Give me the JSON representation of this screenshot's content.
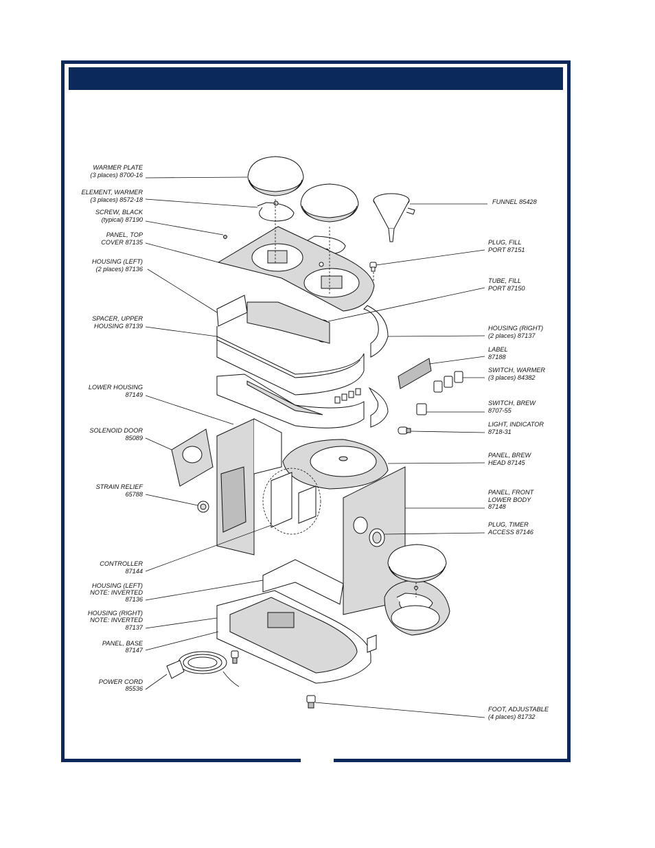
{
  "colors": {
    "frame": "#0b2a5b",
    "part_fill": "#d9d9d9",
    "line": "#111111"
  },
  "labels_left": [
    {
      "id": "warmer-plate",
      "lines": [
        "WARMER PLATE",
        "(3 places) 8700-16"
      ]
    },
    {
      "id": "element-warmer",
      "lines": [
        "ELEMENT, WARMER",
        "(3 places)   8572-18"
      ]
    },
    {
      "id": "screw-black",
      "lines": [
        "SCREW, BLACK",
        "(typical)   87190"
      ]
    },
    {
      "id": "panel-top-cover",
      "lines": [
        "PANEL, TOP",
        "COVER  87135"
      ]
    },
    {
      "id": "housing-left",
      "lines": [
        "HOUSING (LEFT)",
        "(2 places) 87136"
      ]
    },
    {
      "id": "spacer-upper-housing",
      "lines": [
        "SPACER,  UPPER",
        "HOUSING 87139"
      ]
    },
    {
      "id": "lower-housing",
      "lines": [
        "LOWER HOUSING",
        "87149"
      ]
    },
    {
      "id": "solenoid-door",
      "lines": [
        "SOLENOID DOOR",
        "85089"
      ]
    },
    {
      "id": "strain-relief",
      "lines": [
        "STRAIN RELIEF",
        "65788"
      ]
    },
    {
      "id": "controller",
      "lines": [
        "CONTROLLER",
        "87144"
      ]
    },
    {
      "id": "housing-left-inverted",
      "lines": [
        "HOUSING (LEFT)",
        "NOTE:  INVERTED",
        "87136"
      ]
    },
    {
      "id": "housing-right-inverted",
      "lines": [
        "HOUSING (RIGHT)",
        "NOTE:  INVERTED",
        "87137"
      ]
    },
    {
      "id": "panel-base",
      "lines": [
        "PANEL, BASE",
        "87147"
      ]
    },
    {
      "id": "power-cord",
      "lines": [
        "POWER CORD",
        "85536"
      ]
    }
  ],
  "labels_right": [
    {
      "id": "funnel",
      "lines": [
        "FUNNEL  85428"
      ]
    },
    {
      "id": "plug-fill-port",
      "lines": [
        "PLUG, FILL",
        "PORT    87151"
      ]
    },
    {
      "id": "tube-fill-port",
      "lines": [
        "TUBE, FILL",
        "PORT    87150"
      ]
    },
    {
      "id": "housing-right",
      "lines": [
        "HOUSING (RIGHT)",
        "(2 places) 87137"
      ]
    },
    {
      "id": "label",
      "lines": [
        "LABEL",
        "87188"
      ]
    },
    {
      "id": "switch-warmer",
      "lines": [
        "SWITCH, WARMER",
        "(3 places)    84382"
      ]
    },
    {
      "id": "switch-brew",
      "lines": [
        "SWITCH, BREW",
        "8707-55"
      ]
    },
    {
      "id": "light-indicator",
      "lines": [
        "LIGHT, INDICATOR",
        "8718-31"
      ]
    },
    {
      "id": "panel-brew-head",
      "lines": [
        "PANEL, BREW",
        "HEAD   87145"
      ]
    },
    {
      "id": "panel-front-lower-body",
      "lines": [
        "PANEL, FRONT",
        "LOWER BODY",
        "87148"
      ]
    },
    {
      "id": "plug-timer-access",
      "lines": [
        "PLUG, TIMER",
        "ACCESS  87146"
      ]
    },
    {
      "id": "foot-adjustable",
      "lines": [
        "FOOT, ADJUSTABLE",
        "(4 places)   81732"
      ]
    }
  ]
}
